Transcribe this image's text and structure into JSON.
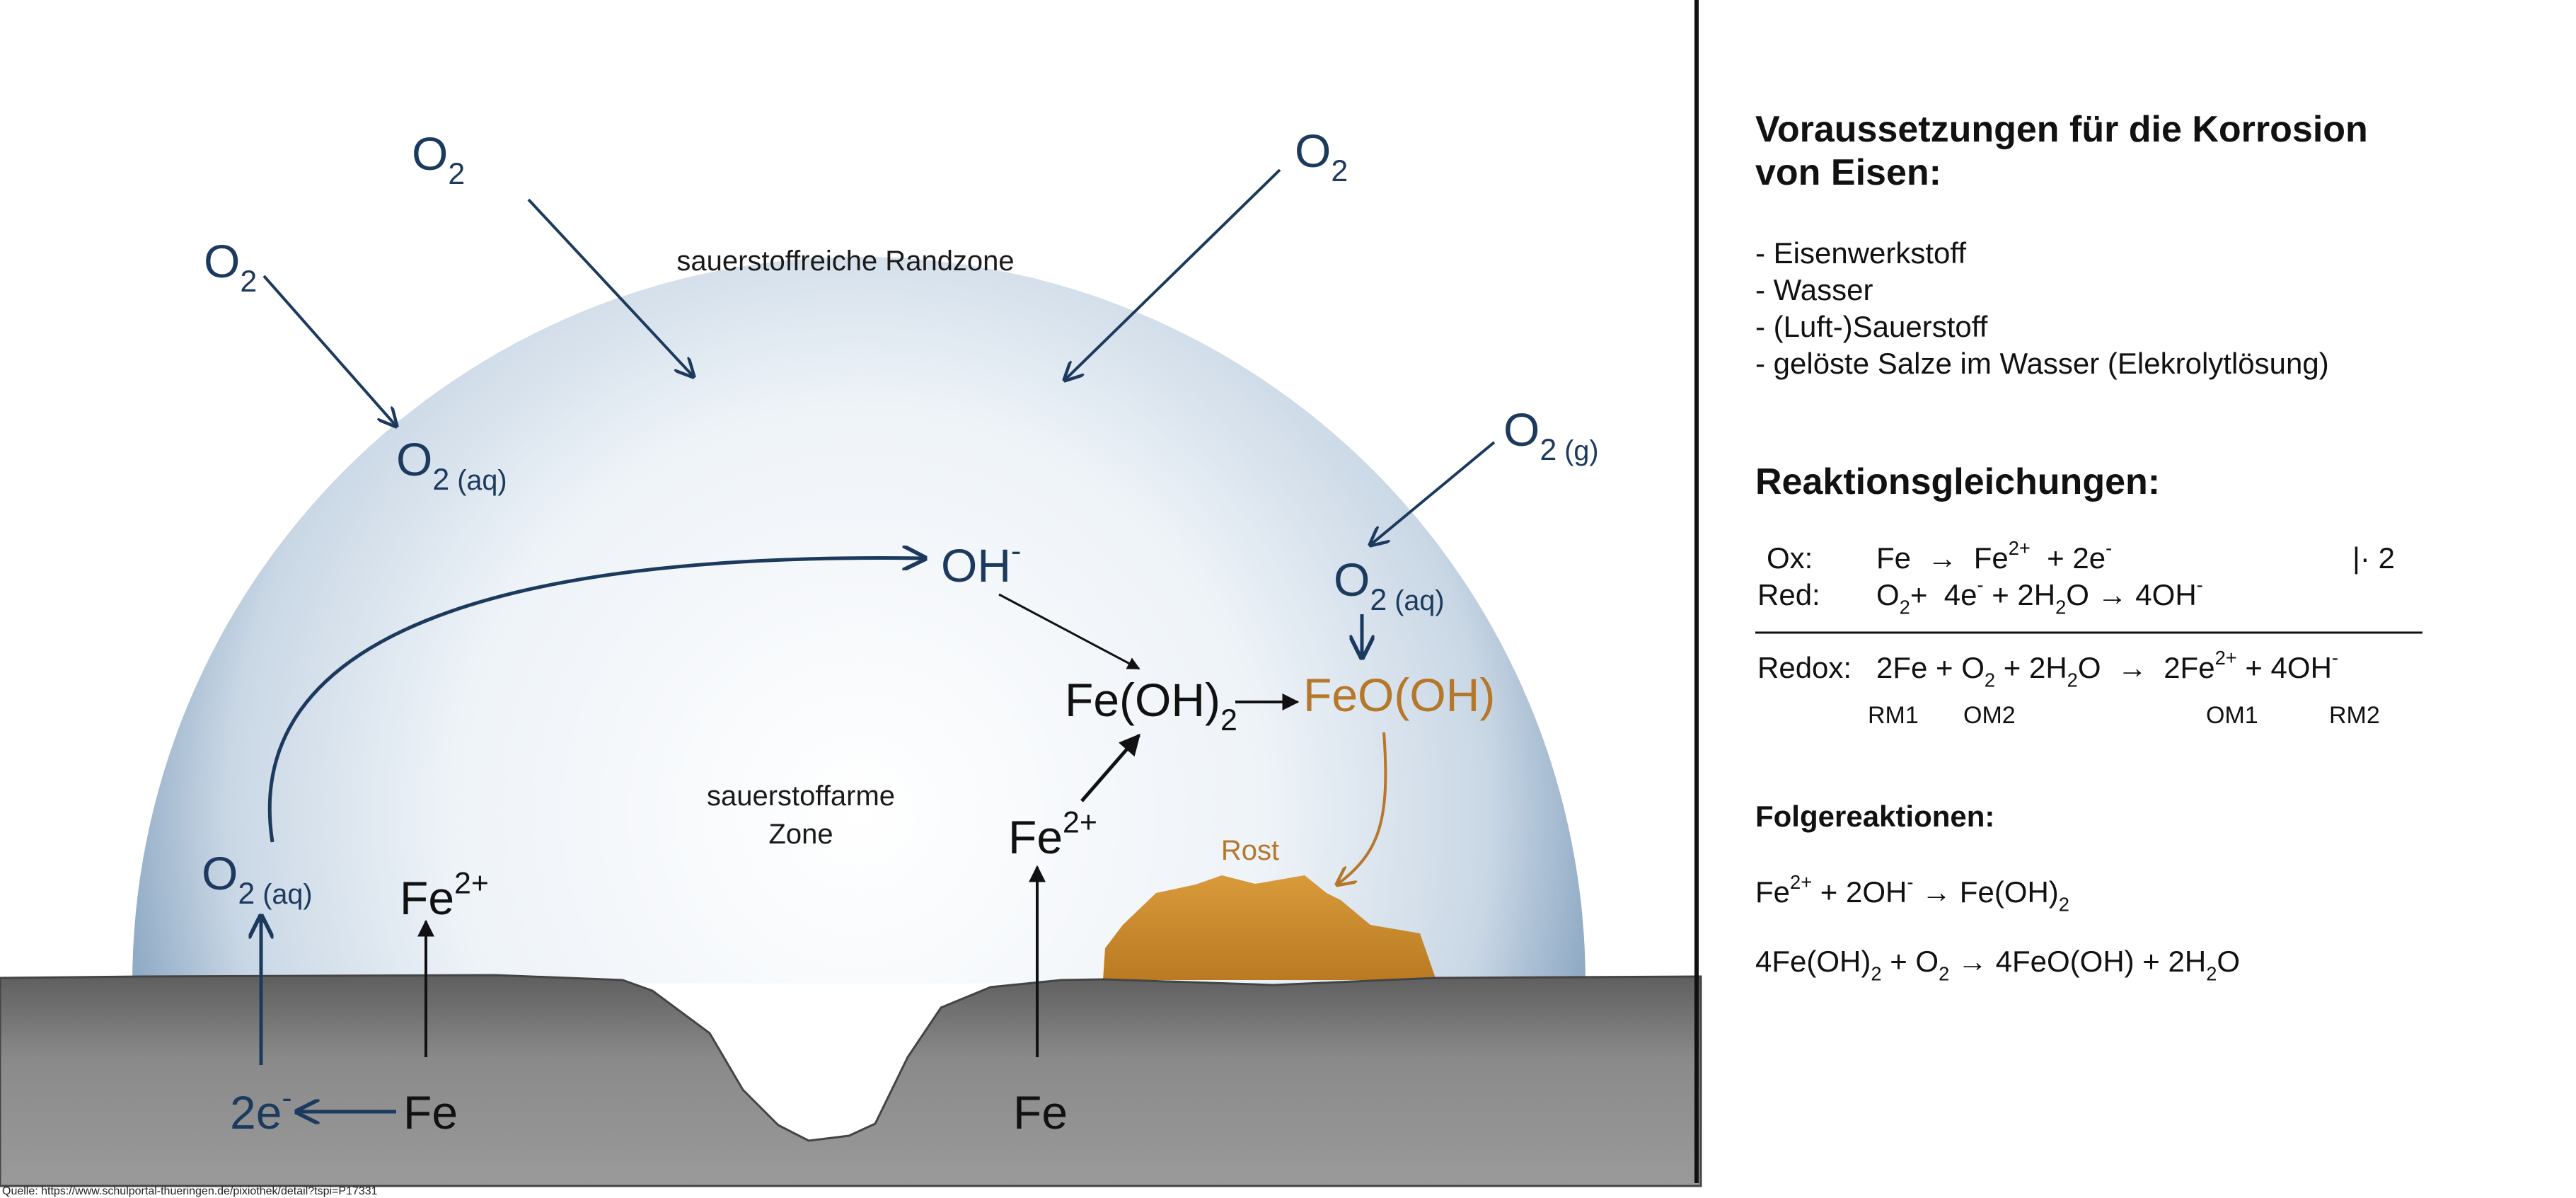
{
  "colors": {
    "navy": "#1c3a5e",
    "rust": "#c98a2c",
    "rust_text": "#b5772a",
    "ground": "#7a7a7a",
    "dome_edge": "#8ea9c4"
  },
  "diagram": {
    "zone_rich": "sauerstoffreiche Randzone",
    "zone_poor_line1": "sauerstoffarme",
    "zone_poor_line2": "Zone",
    "rust_label": "Rost",
    "o2_top_left": [
      "O",
      [
        "2",
        "sub"
      ]
    ],
    "o2_left": [
      "O",
      [
        "2",
        "sub"
      ]
    ],
    "o2_top_right": [
      "O",
      [
        "2",
        "sub"
      ]
    ],
    "o2_aq_upper": [
      "O",
      [
        "2",
        "sub"
      ],
      [
        " (aq)",
        "small"
      ]
    ],
    "o2_g": [
      "O",
      [
        "2",
        "sub"
      ],
      [
        " (g)",
        "small"
      ]
    ],
    "oh_minus": [
      "OH",
      [
        "-",
        "sup"
      ]
    ],
    "o2_aq_right": [
      "O",
      [
        "2",
        "sub"
      ],
      [
        " (aq)",
        "small"
      ]
    ],
    "fe_oh_2": [
      "Fe(OH)",
      [
        "2",
        "sub"
      ]
    ],
    "feo_oh": [
      "FeO(OH)"
    ],
    "fe2_right": [
      "Fe",
      [
        "2+",
        "sup"
      ]
    ],
    "o2_aq_left": [
      "O",
      [
        "2",
        "sub"
      ],
      [
        " (aq)",
        "small"
      ]
    ],
    "fe2_left": [
      "Fe",
      [
        "2+",
        "sup"
      ]
    ],
    "electrons": [
      "2e",
      [
        "-",
        "sup"
      ]
    ],
    "fe_left": [
      "Fe"
    ],
    "fe_right": [
      "Fe"
    ]
  },
  "source": "Quelle: https://www.schulportal-thueringen.de/pixiothek/detail?tspi=P17331",
  "panel": {
    "title_line1": "Voraussetzungen für die Korrosion",
    "title_line2": "von Eisen:",
    "prerequisites": [
      "- Eisenwerkstoff",
      "- Wasser",
      "- (Luft-)Sauerstoff",
      "- gelöste Salze im Wasser (Elekrolytlösung)"
    ],
    "reactions_heading": "Reaktionsgleichungen:",
    "ox_label": "Ox:",
    "ox_eq": [
      "Fe  →  Fe",
      [
        "2+",
        "sup"
      ],
      "  + 2e",
      [
        "-",
        "sup"
      ]
    ],
    "ox_factor": "|· 2",
    "red_label": "Red:",
    "red_eq": [
      "O",
      [
        "2",
        "sub"
      ],
      "+  4e",
      [
        "-",
        "sup"
      ],
      " + 2H",
      [
        "2",
        "sub"
      ],
      "O → 4OH",
      [
        "-",
        "sup"
      ]
    ],
    "redox_label": "Redox:",
    "redox_eq": [
      "2Fe + O",
      [
        "2",
        "sub"
      ],
      " + 2H",
      [
        "2",
        "sub"
      ],
      "O  →  2Fe",
      [
        "2+",
        "sup"
      ],
      " + 4OH",
      [
        "-",
        "sup"
      ]
    ],
    "redox_roles": [
      "RM1",
      "OM2",
      "OM1",
      "RM2"
    ],
    "follow_heading": "Folgereaktionen:",
    "follow_eq1": [
      "Fe",
      [
        "2+",
        "sup"
      ],
      " + 2OH",
      [
        "-",
        "sup"
      ],
      " → Fe(OH)",
      [
        "2",
        "sub"
      ]
    ],
    "follow_eq2": [
      "4Fe(OH)",
      [
        "2",
        "sub"
      ],
      " + O",
      [
        "2",
        "sub"
      ],
      " → 4FeO(OH) + 2H",
      [
        "2",
        "sub"
      ],
      "O"
    ]
  }
}
